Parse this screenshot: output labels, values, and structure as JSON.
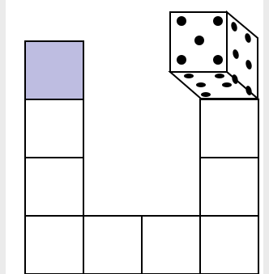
{
  "board": {
    "cells": [
      {
        "col": 0,
        "row": 0,
        "state": "highlighted"
      },
      {
        "col": 0,
        "row": 1,
        "state": "empty"
      },
      {
        "col": 0,
        "row": 2,
        "state": "empty"
      },
      {
        "col": 0,
        "row": 3,
        "state": "empty"
      },
      {
        "col": 1,
        "row": 3,
        "state": "empty"
      },
      {
        "col": 2,
        "row": 3,
        "state": "empty"
      },
      {
        "col": 3,
        "row": 3,
        "state": "empty"
      },
      {
        "col": 3,
        "row": 2,
        "state": "empty"
      },
      {
        "col": 3,
        "row": 1,
        "state": "empty"
      }
    ],
    "colors": {
      "highlight": "#bebde1",
      "cell": "#ffffff",
      "line": "#000000"
    }
  },
  "dice": {
    "top_face_value": 5,
    "right_face_value": 6,
    "front_face_value": 5,
    "pip_color": "#000000",
    "face_color": "#ffffff"
  }
}
